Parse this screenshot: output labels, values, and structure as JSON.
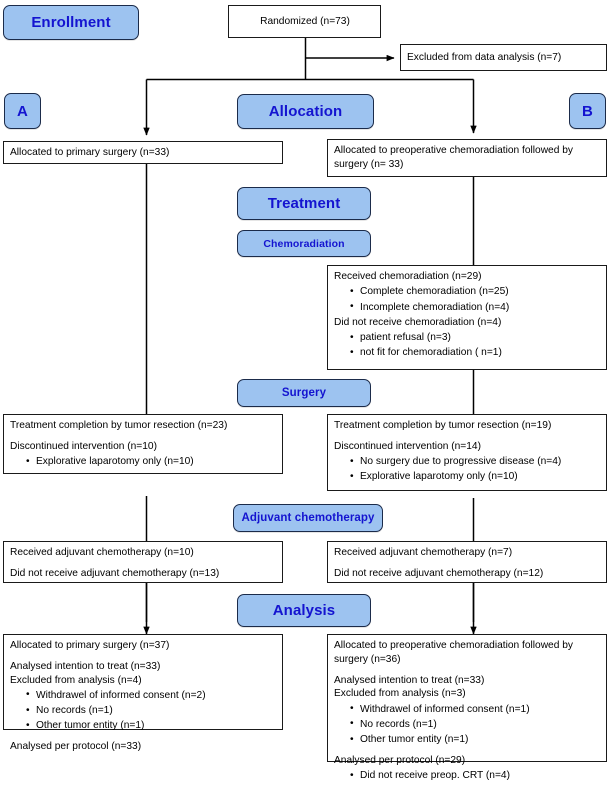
{
  "diagram": {
    "title": "CONSORT participant flow diagram",
    "colors": {
      "stage_fill": "#9dc3f0",
      "stage_border": "#1b2b4a",
      "stage_text": "#1414d0",
      "node_border": "#1a1a1a",
      "node_fill": "#ffffff",
      "connector": "#000000"
    }
  },
  "stages": {
    "enrollment": "Enrollment",
    "allocation": "Allocation",
    "arm_a": "A",
    "arm_b": "B",
    "treatment": "Treatment",
    "chemoradiation": "Chemoradiation",
    "surgery": "Surgery",
    "adjuvant_chemotherapy": "Adjuvant chemotherapy",
    "analysis": "Analysis"
  },
  "nodes": {
    "randomized": {
      "line1": "Randomized (n=73)"
    },
    "excluded": {
      "line1": "Excluded  from data  analysis (n=7)"
    },
    "allocated_left": {
      "line1": "Allocated to primary surgery (n=33)"
    },
    "allocated_right": {
      "line1": "Allocated to preoperative chemoradiation followed by surgery (n= 33)"
    },
    "chemoradiation_right": {
      "line1": "Received chemoradiation (n=29)",
      "bullets1": [
        "Complete chemoradiation (n=25)",
        "Incomplete chemoradiation (n=4)"
      ],
      "line2": "Did not receive chemoradiation (n=4)",
      "bullets2": [
        "patient refusal (n=3)",
        "not fit for chemoradiation ( n=1)"
      ]
    },
    "surgery_left": {
      "line1": "Treatment completion by tumor resection (n=23)",
      "line2": "Discontinued intervention (n=10)",
      "bullets": [
        "Explorative laparotomy only (n=10)"
      ]
    },
    "surgery_right": {
      "line1": "Treatment completion by tumor resection (n=19)",
      "line2": "Discontinued intervention (n=14)",
      "bullets": [
        "No surgery due to progressive disease (n=4)",
        "Explorative laparotomy only (n=10)"
      ]
    },
    "adjuvant_left": {
      "line1": "Received adjuvant chemotherapy (n=10)",
      "line2": "Did not receive adjuvant chemotherapy (n=13)"
    },
    "adjuvant_right": {
      "line1": "Received adjuvant chemotherapy (n=7)",
      "line2": "Did not receive adjuvant chemotherapy (n=12)"
    },
    "analysis_left": {
      "line1": "Allocated to primary surgery (n=37)",
      "line2": "Analysed intention to treat (n=33)",
      "line3": "Excluded from analysis (n=4)",
      "bullets": [
        "Withdrawel of informed consent (n=2)",
        "No records (n=1)",
        "Other tumor entity (n=1)"
      ],
      "line4": "Analysed per protocol (n=33)"
    },
    "analysis_right": {
      "line1": "Allocated to preoperative chemoradiation followed by surgery (n=36)",
      "line2": "Analysed intention to treat (n=33)",
      "line3": "Excluded from analysis (n=3)",
      "bullets": [
        "Withdrawel of informed consent (n=1)",
        "No records (n=1)",
        "Other tumor entity (n=1)"
      ],
      "line4": "Analysed per protocol (n=29)",
      "bullets2": [
        "Did not receive preop. CRT (n=4)"
      ]
    }
  }
}
